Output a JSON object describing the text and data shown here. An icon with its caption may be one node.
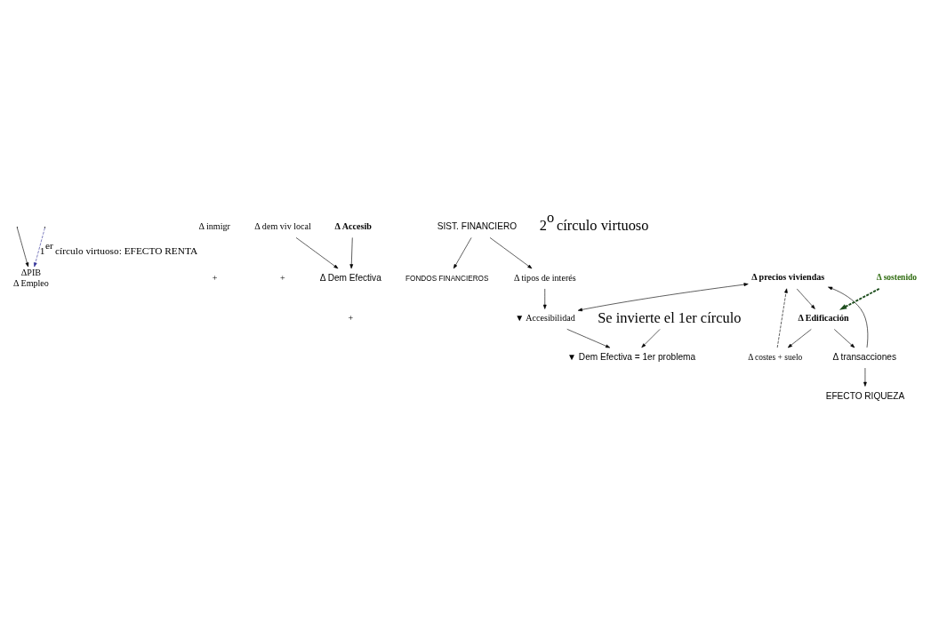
{
  "diagram": {
    "nodes": [
      {
        "text": [
          "ΔPIB",
          "Δ Empleo"
        ]
      },
      {
        "text": [
          "Δ inmigr"
        ]
      },
      {
        "text": [
          "Δ dem viv local"
        ]
      },
      {
        "text": [
          "Δ Accesib"
        ]
      },
      {
        "text": [
          "Δ Dem Efectiva"
        ]
      },
      {
        "text": [
          "FONDOS FINANCIEROS"
        ]
      },
      {
        "text": [
          "EFECTO RIQUEZA"
        ]
      },
      {
        "text": [
          "Δ transacciones"
        ]
      },
      {
        "text": [
          "SIST. FINANCIERO"
        ]
      },
      {
        "text": [
          "Δ tipos de interés"
        ]
      },
      {
        "text": [
          "Δ precios viviendas"
        ]
      },
      {
        "text": [
          "Δ Edificación"
        ]
      },
      {
        "text": [
          "▼ Accesibilidad"
        ]
      },
      {
        "text": [
          "Δ costes + suelo"
        ]
      },
      {
        "text": [
          "▼ Dem Efectiva = 1er problema"
        ]
      },
      {
        "text": [
          "Se invierte el 1er círculo"
        ]
      },
      {
        "text": [
          "Δ sostenido"
        ]
      }
    ],
    "edges": [
      {
        "from": null,
        "to": 0,
        "arrow": "to"
      },
      {
        "from": null,
        "to": 0,
        "arrow": "to",
        "style": "dashed",
        "color": "#333399",
        "label": "1$^{er}$ círculo virtuoso: EFECTO RENTA"
      },
      {
        "from": 2,
        "to": 4,
        "arrow": "to"
      },
      {
        "from": 3,
        "to": 4,
        "arrow": "to"
      },
      {
        "from": 7,
        "to": 6,
        "arrow": "to"
      },
      {
        "from": 7,
        "to": 10,
        "arrow": "to"
      },
      {
        "from": 8,
        "to": 5,
        "arrow": "to"
      },
      {
        "from": 8,
        "to": 9,
        "arrow": "to"
      },
      {
        "from": 9,
        "to": 12,
        "arrow": "to"
      },
      {
        "from": 10,
        "to": 11,
        "arrow": "to"
      },
      {
        "from": 10,
        "to": 12,
        "arrow": "both"
      },
      {
        "from": 11,
        "to": 13,
        "arrow": "to"
      },
      {
        "from": 11,
        "to": 7,
        "arrow": "to"
      },
      {
        "from": 13,
        "to": 10,
        "arrow": "to",
        "style": "dashed"
      },
      {
        "from": 12,
        "to": 14,
        "arrow": "to"
      },
      {
        "from": 15,
        "to": 14,
        "arrow": "to"
      },
      {
        "from": 16,
        "to": 11,
        "arrow": "to",
        "style": "dashed",
        "color": "#1f4f1f"
      }
    ],
    "labels": [
      "+",
      "+",
      "+",
      "2$^{o}$ círculo virtuoso"
    ]
  }
}
